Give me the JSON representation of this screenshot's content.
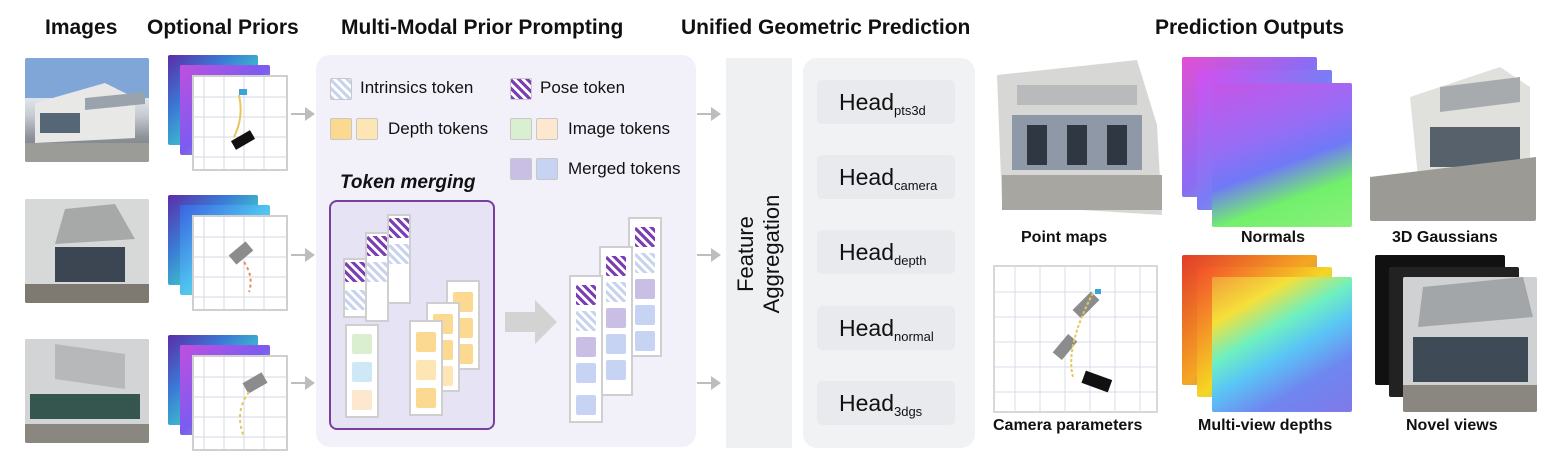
{
  "headers": {
    "images": "Images",
    "priors": "Optional Priors",
    "prompting": "Multi-Modal Prior Prompting",
    "prediction": "Unified Geometric Prediction",
    "outputs": "Prediction Outputs"
  },
  "legend": {
    "intrinsics": "Intrinsics token",
    "pose": "Pose token",
    "depth": "Depth tokens",
    "image": "Image tokens",
    "merged": "Merged tokens"
  },
  "merge_label": "Token merging",
  "aggregation": {
    "line1": "Feature",
    "line2": "Aggregation"
  },
  "heads": [
    {
      "base": "Head",
      "sub": "pts3d"
    },
    {
      "base": "Head",
      "sub": "camera"
    },
    {
      "base": "Head",
      "sub": "depth"
    },
    {
      "base": "Head",
      "sub": "normal"
    },
    {
      "base": "Head",
      "sub": "3dgs"
    }
  ],
  "outputs": {
    "point_maps": "Point maps",
    "normals": "Normals",
    "gaussians": "3D Gaussians",
    "camera_params": "Camera parameters",
    "depths": "Multi-view depths",
    "novel_views": "Novel views"
  },
  "colors": {
    "pose": "#7b3fb3",
    "intrinsics": "#c9d3ee",
    "depth": "#fcd991",
    "merged_purple": "#c9bfe4",
    "merged_blue": "#c6d3f2",
    "merge_border": "#7a3e9e",
    "panel_bg": "#f2f1fa",
    "head_panel_bg": "#f1f2f3"
  }
}
